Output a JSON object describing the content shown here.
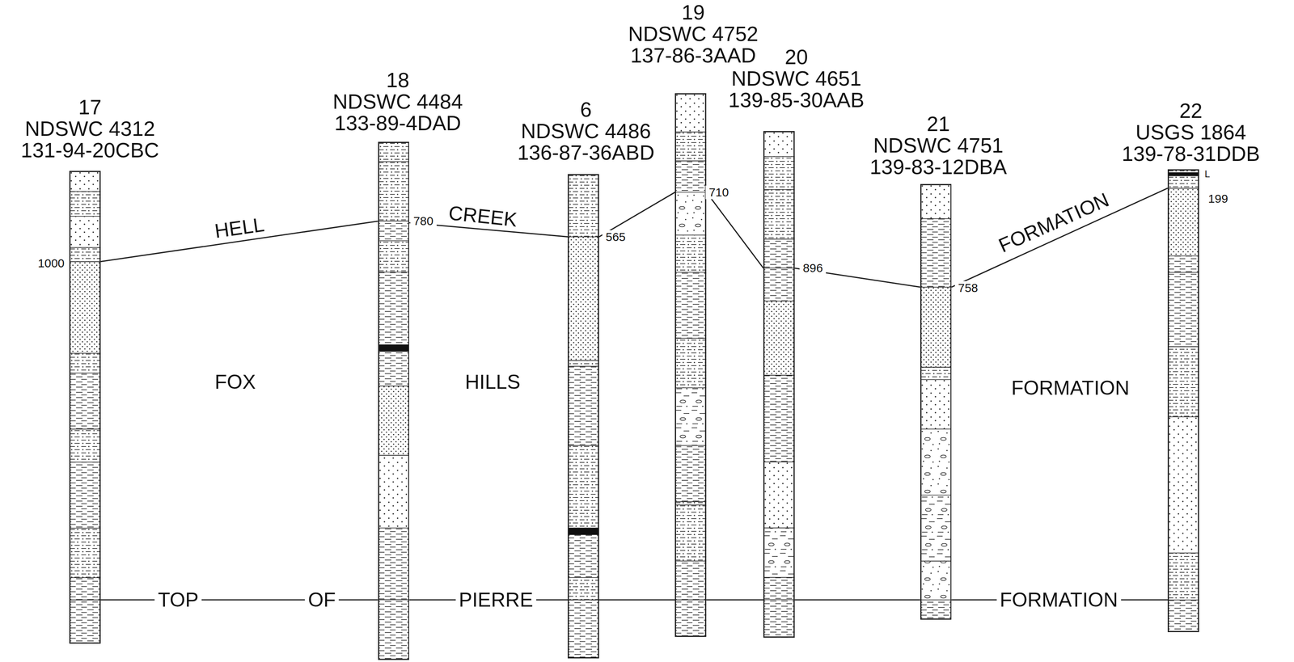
{
  "diagram": {
    "nodes": [
      {
        "text": [
          "17",
          "NDSWC 4312",
          "131-94-20CBC"
        ]
      },
      {
        "text": [
          "18",
          "NDSWC 4484",
          "133-89-4DAD"
        ]
      },
      {
        "text": [
          "6",
          "NDSWC 4486",
          "136-87-36ABD"
        ]
      },
      {
        "text": [
          "19",
          "NDSWC 4752",
          "137-86-3AAD"
        ]
      },
      {
        "text": [
          "20",
          "NDSWC 4651",
          "139-85-30AAB"
        ]
      },
      {
        "text": [
          "21",
          "NDSWC 4751",
          "139-83-12DBA"
        ]
      },
      {
        "text": [
          "22",
          "USGS 1864",
          "139-78-31DDB"
        ]
      }
    ],
    "edges": [
      {
        "from": 0,
        "to": 1,
        "arrow": "none"
      },
      {
        "from": 1,
        "to": 2,
        "arrow": "none"
      },
      {
        "from": 2,
        "to": 3,
        "arrow": "none"
      },
      {
        "from": 3,
        "to": 4,
        "arrow": "none"
      },
      {
        "from": 4,
        "to": 5,
        "arrow": "none"
      },
      {
        "from": 5,
        "to": 6,
        "arrow": "none"
      },
      {
        "from": 0,
        "to": 1,
        "arrow": "none"
      },
      {
        "from": 1,
        "to": 2,
        "arrow": "none"
      },
      {
        "from": 2,
        "to": 3,
        "arrow": "none"
      },
      {
        "from": 3,
        "to": 4,
        "arrow": "none"
      },
      {
        "from": 4,
        "to": 5,
        "arrow": "none"
      },
      {
        "from": 5,
        "to": 6,
        "arrow": "none"
      }
    ],
    "labels": [
      "1000",
      "780",
      "565",
      "710",
      "896",
      "758",
      "L",
      "199",
      "HELL",
      "CREEK",
      "FORMATION",
      "FOX",
      "HILLS",
      "FORMATION",
      "TOP",
      "OF",
      "PIERRE",
      "FORMATION"
    ]
  }
}
